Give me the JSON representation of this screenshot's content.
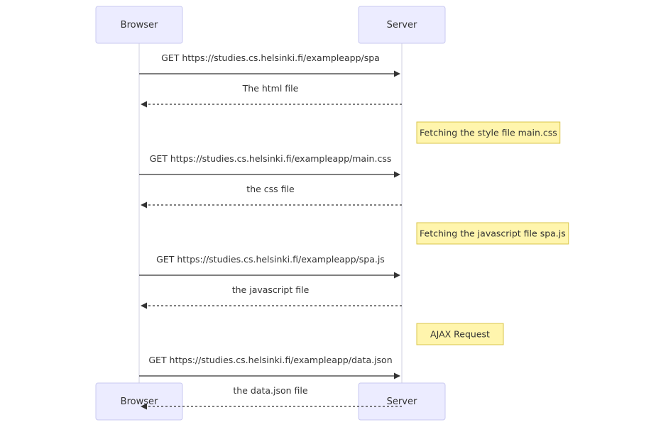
{
  "diagram": {
    "type": "sequence",
    "participants": [
      {
        "id": "browser",
        "label": "Browser"
      },
      {
        "id": "server",
        "label": "Server"
      }
    ],
    "steps": [
      {
        "kind": "message",
        "from": "browser",
        "to": "server",
        "style": "solid",
        "label": "GET https://studies.cs.helsinki.fi/exampleapp/spa"
      },
      {
        "kind": "message",
        "from": "server",
        "to": "browser",
        "style": "dashed",
        "label": "The html file"
      },
      {
        "kind": "note",
        "over": "server",
        "label": "Fetching the style file main.css"
      },
      {
        "kind": "message",
        "from": "browser",
        "to": "server",
        "style": "solid",
        "label": "GET https://studies.cs.helsinki.fi/exampleapp/main.css"
      },
      {
        "kind": "message",
        "from": "server",
        "to": "browser",
        "style": "dashed",
        "label": "the css file"
      },
      {
        "kind": "note",
        "over": "server",
        "label": "Fetching the javascript file spa.js"
      },
      {
        "kind": "message",
        "from": "browser",
        "to": "server",
        "style": "solid",
        "label": "GET https://studies.cs.helsinki.fi/exampleapp/spa.js"
      },
      {
        "kind": "message",
        "from": "server",
        "to": "browser",
        "style": "dashed",
        "label": "the javascript file"
      },
      {
        "kind": "note",
        "over": "server",
        "label": "AJAX Request"
      },
      {
        "kind": "message",
        "from": "browser",
        "to": "server",
        "style": "solid",
        "label": "GET https://studies.cs.helsinki.fi/exampleapp/data.json"
      },
      {
        "kind": "message",
        "from": "server",
        "to": "browser",
        "style": "dashed",
        "label": "the data.json file"
      }
    ]
  },
  "colors": {
    "actor_fill": "#ececff",
    "actor_stroke": "#c8c8f0",
    "note_fill": "#fff5ad",
    "note_stroke": "#d9c54a",
    "line": "#333333"
  }
}
